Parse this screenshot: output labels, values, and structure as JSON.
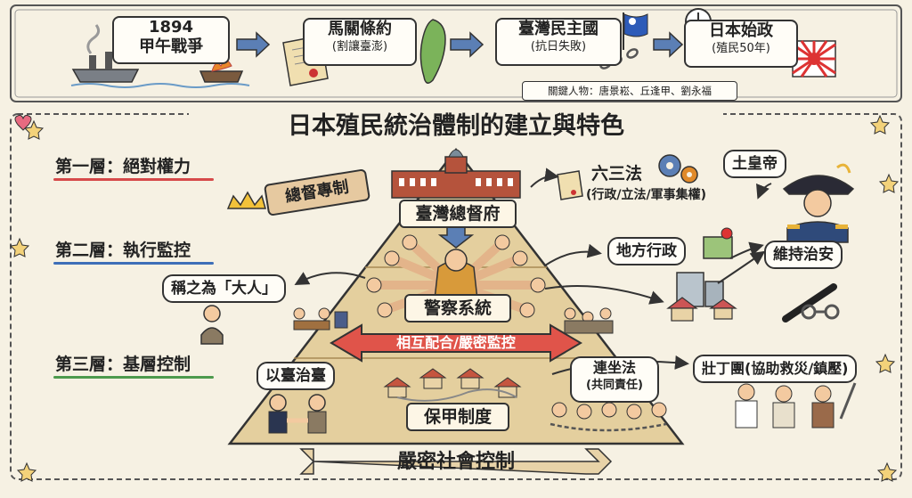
{
  "timeline": [
    {
      "line1": "1894",
      "line2": "甲午戰爭"
    },
    {
      "line1": "馬關條約",
      "line2": "(割讓臺澎)"
    },
    {
      "line1": "臺灣民主國",
      "line2": "(抗日失敗)"
    },
    {
      "line1": "日本始政",
      "line2": "(殖民50年)"
    }
  ],
  "key_figures": "關鍵人物：唐景崧、丘逢甲、劉永福",
  "title": "日本殖民統治體制的建立與特色",
  "layers": [
    {
      "label": "第一層：絕對權力",
      "color": "#d64a4a"
    },
    {
      "label": "第二層：執行監控",
      "color": "#3e6fb8"
    },
    {
      "label": "第三層：基層控制",
      "color": "#4d9a4d"
    }
  ],
  "tier1": {
    "center": "臺灣總督府",
    "tag": "總督專制",
    "law_main": "六三法",
    "law_sub": "(行政/立法/軍事集權)",
    "emperor": "土皇帝"
  },
  "tier2": {
    "center": "警察系統",
    "daren": "稱之為「大人」",
    "local": "地方行政",
    "order": "維持治安"
  },
  "banner": "相互配合/嚴密監控",
  "tier3": {
    "center": "保甲制度",
    "yitai": "以臺治臺",
    "lianzuo_main": "連坐法",
    "lianzuo_sub": "(共同責任)",
    "zhuangding": "壯丁團(協助救災/鎮壓)"
  },
  "footer": "嚴密社會控制",
  "colors": {
    "background": "#f6f1e3",
    "pyramid": "#e4cf9e",
    "banner": "#e0544a",
    "red": "#d64a4a",
    "blue": "#3e6fb8",
    "green": "#4d9a4d"
  }
}
